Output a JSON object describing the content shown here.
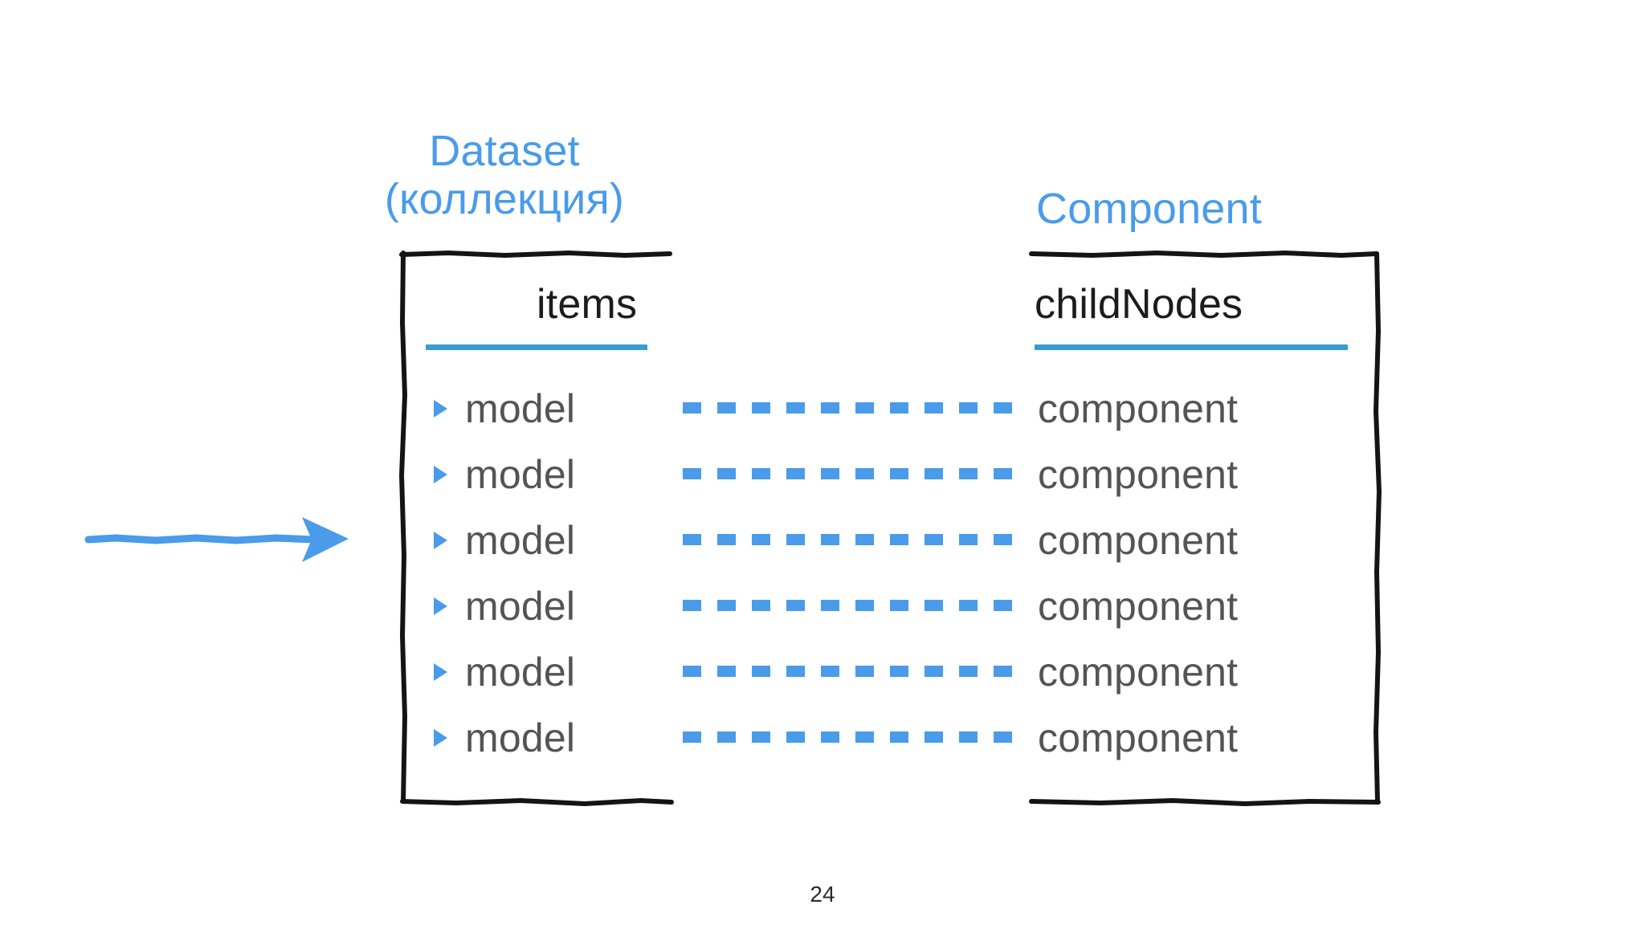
{
  "slide": {
    "page_number": "24",
    "background_color": "#ffffff"
  },
  "colors": {
    "accent_blue": "#4a9bea",
    "separator_blue": "#3a9bce",
    "text_gray": "#545454",
    "heading_black": "#1c1c1c",
    "border_black": "#141414"
  },
  "left_panel": {
    "heading": "Dataset\n(коллекция)",
    "column_header": "items",
    "rows": [
      {
        "label": "model"
      },
      {
        "label": "model"
      },
      {
        "label": "model"
      },
      {
        "label": "model"
      },
      {
        "label": "model"
      },
      {
        "label": "model"
      }
    ]
  },
  "right_panel": {
    "heading": "Component",
    "column_header": "childNodes",
    "rows": [
      {
        "label": "component"
      },
      {
        "label": "component"
      },
      {
        "label": "component"
      },
      {
        "label": "component"
      },
      {
        "label": "component"
      },
      {
        "label": "component"
      }
    ]
  },
  "connectors": {
    "dash_count": 10,
    "color": "#4a9bea",
    "style": "dashed"
  },
  "arrow": {
    "direction": "right",
    "color": "#4a9bea",
    "style": "hand-drawn"
  }
}
